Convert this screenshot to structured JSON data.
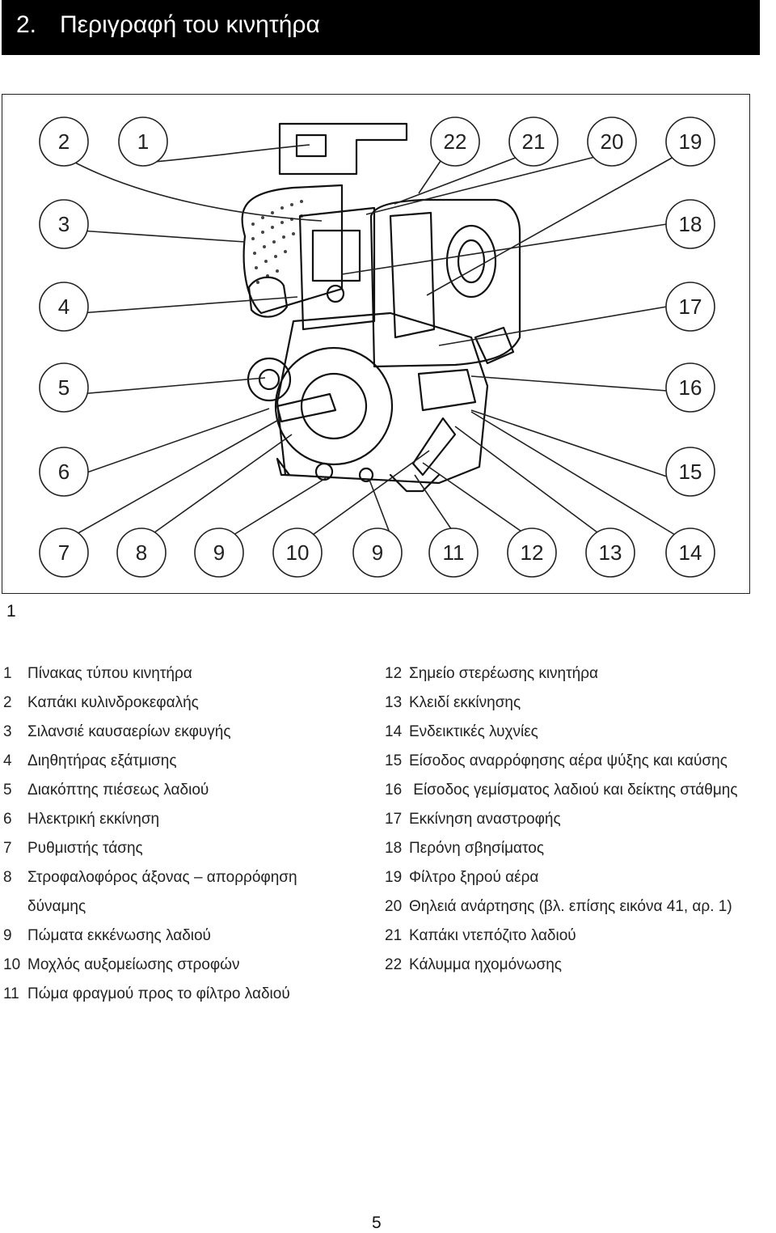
{
  "header": {
    "section_number": "2.",
    "title": "Περιγραφή του κινητήρα"
  },
  "figure": {
    "label": "1",
    "callouts": [
      "2",
      "1",
      "22",
      "21",
      "20",
      "19",
      "3",
      "18",
      "4",
      "17",
      "5",
      "16",
      "6",
      "15",
      "7",
      "8",
      "9",
      "10",
      "9",
      "11",
      "12",
      "13",
      "14"
    ]
  },
  "legend": {
    "left": [
      {
        "num": "1",
        "text": "Πίνακας τύπου κινητήρα"
      },
      {
        "num": "2",
        "text": "Καπάκι κυλινδροκεφαλής"
      },
      {
        "num": "3",
        "text": "Σιλανσιέ καυσαερίων εκφυγής"
      },
      {
        "num": "4",
        "text": "Διηθητήρας εξάτμισης"
      },
      {
        "num": "5",
        "text": "Διακόπτης πιέσεως λαδιού"
      },
      {
        "num": "6",
        "text": "Ηλεκτρική εκκίνηση"
      },
      {
        "num": "7",
        "text": "Ρυθμιστής τάσης"
      },
      {
        "num": "8",
        "text": "Στροφαλοφόρος άξονας – απορρόφηση"
      },
      {
        "num": "",
        "text": "δύναμης"
      },
      {
        "num": "9",
        "text": "Πώματα εκκένωσης λαδιού"
      },
      {
        "num": "10",
        "text": "Μοχλός αυξομείωσης στροφών"
      },
      {
        "num": "11",
        "text": "Πώμα φραγμού προς το φίλτρο λαδιού"
      }
    ],
    "right": [
      {
        "num": "12",
        "text": "Σημείο στερέωσης κινητήρα"
      },
      {
        "num": "13",
        "text": "Κλειδί εκκίνησης"
      },
      {
        "num": "14",
        "text": "Ενδεικτικές λυχνίες"
      },
      {
        "num": "15",
        "text": "Είσοδος αναρρόφησης αέρα ψύξης και καύσης"
      },
      {
        "num": "16",
        "text": " Είσοδος γεμίσματος λαδιού και δείκτης στάθμης"
      },
      {
        "num": "17",
        "text": "Εκκίνηση αναστροφής"
      },
      {
        "num": "18",
        "text": "Περόνη σβησίματος"
      },
      {
        "num": "19",
        "text": "Φίλτρο ξηρού αέρα"
      },
      {
        "num": "20",
        "text": "Θηλειά ανάρτησης (βλ. επίσης εικόνα 41, αρ. 1)"
      },
      {
        "num": "21",
        "text": "Καπάκι ντεπόζιτο λαδιού"
      },
      {
        "num": "22",
        "text": "Κάλυμμα ηχομόνωσης"
      }
    ]
  },
  "page_number": "5"
}
